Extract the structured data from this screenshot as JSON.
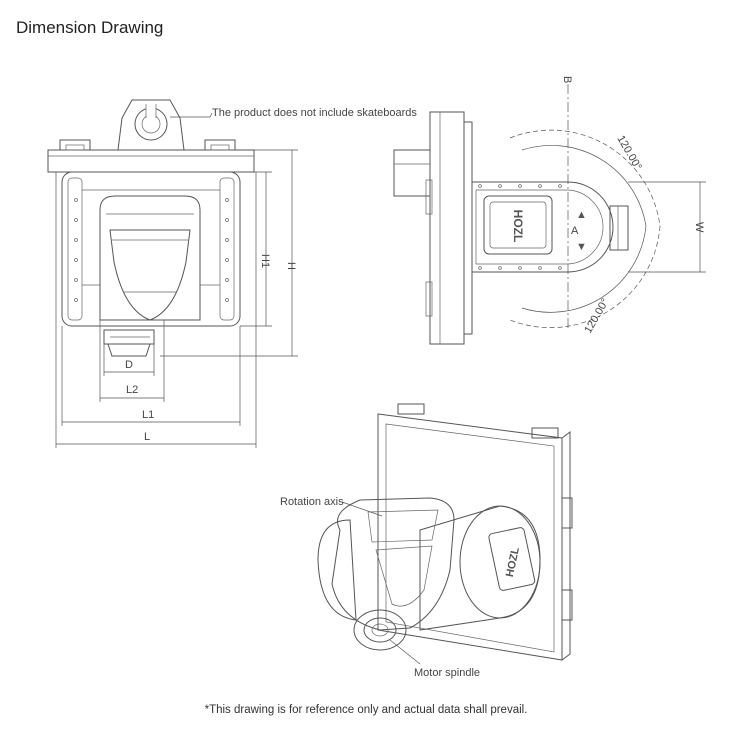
{
  "header": {
    "title": "Dimension Drawing"
  },
  "front_view": {
    "note": "The product does not include skateboards",
    "dims": {
      "h1": "H1",
      "h": "H",
      "d": "D",
      "l2": "L2",
      "l1": "L1",
      "l": "L"
    }
  },
  "side_view": {
    "angle_top": "120.00°",
    "angle_bottom": "120.00°",
    "dim_b": "B",
    "dim_w": "W",
    "axis_a": "A",
    "logo_text": "HOZL"
  },
  "iso_view": {
    "rotation_axis_label": "Rotation axis",
    "motor_spindle_label": "Motor spindle",
    "logo_text": "HOZL"
  },
  "footer": {
    "note": "*This drawing is for reference only and actual data shall prevail."
  }
}
